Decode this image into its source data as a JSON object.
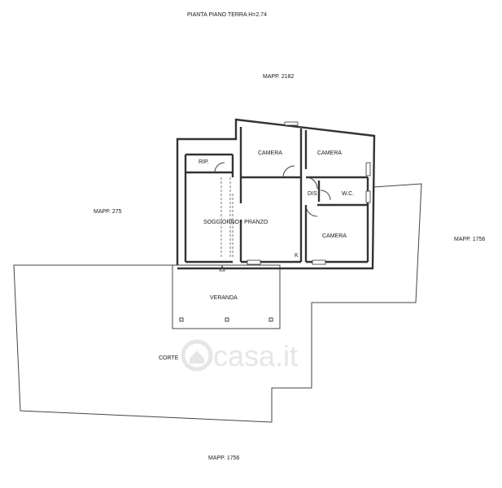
{
  "title": "PIANTA PIANO TERRA H=2.74",
  "neighbors": {
    "north": "MAPP. 2182",
    "west": "MAPP. 275",
    "east": "MAPP. 1756",
    "south": "MAPP. 1756"
  },
  "rooms": {
    "camera_1": "CAMERA",
    "camera_2": "CAMERA",
    "rip": "RIP.",
    "dis": "DIS",
    "wc": "W.C.",
    "soggiorno": "SOGGIORNO - PRANZO",
    "camera_3": "CAMERA",
    "k": "K",
    "veranda": "VERANDA",
    "corte": "CORTE"
  },
  "watermark": "casa.it",
  "colors": {
    "line": "#333333",
    "watermark": "#e6e6e6"
  }
}
